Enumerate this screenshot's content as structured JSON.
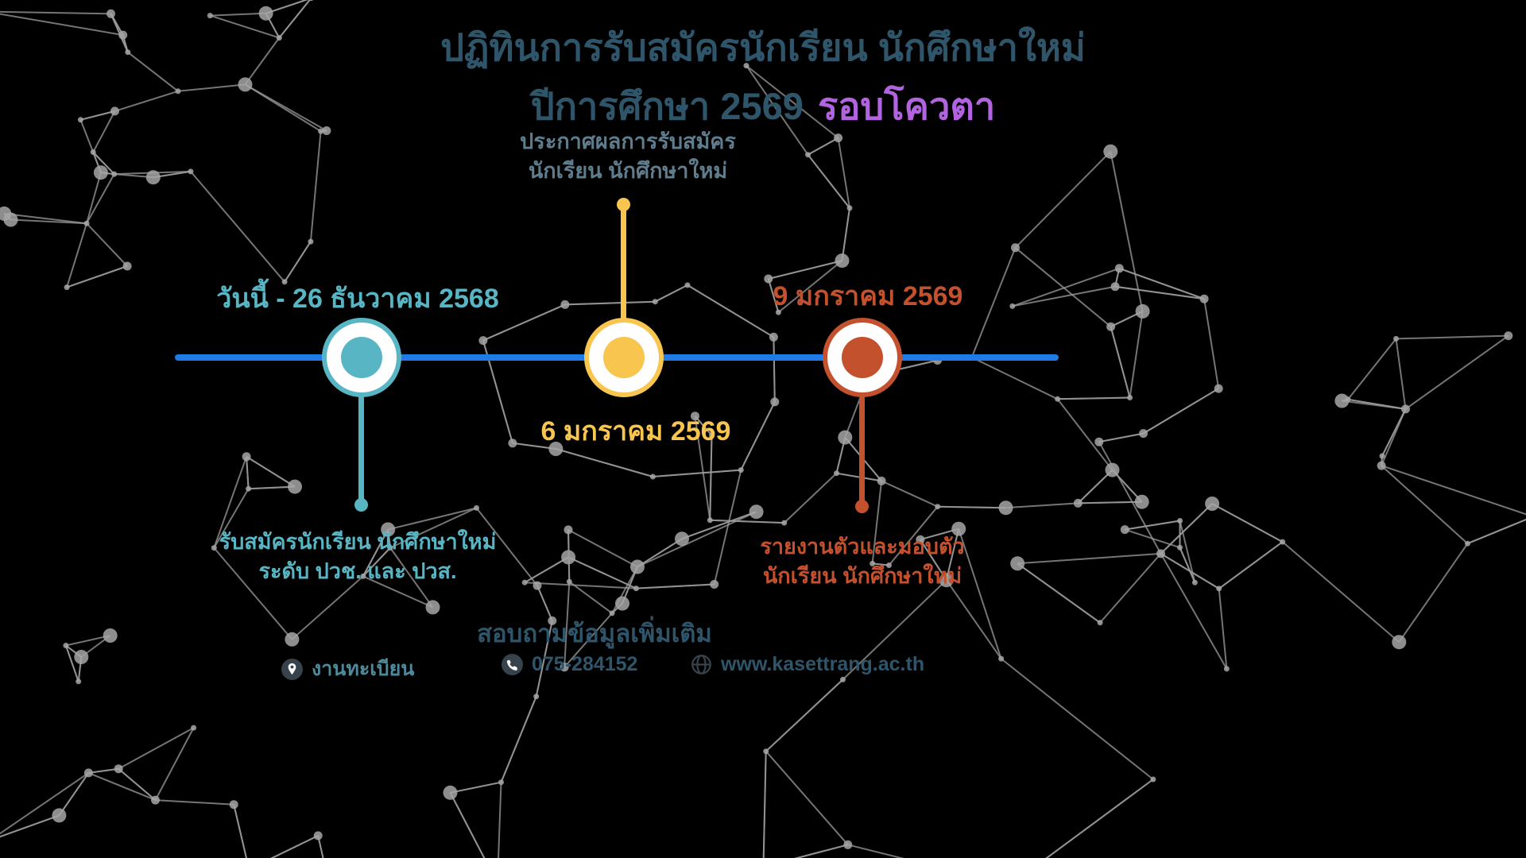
{
  "header": {
    "title_line1": "ปฏิทินการรับสมัครนักเรียน นักศึกษาใหม่",
    "title_line2": "ปีการศึกษา 2569",
    "title_line2_highlight": "รอบโควตา"
  },
  "timeline": {
    "items": [
      {
        "id": "application-period",
        "date_label": "วันนี้ - 26 ธันวาคม 2568",
        "desc_line1": "รับสมัครนักเรียน นักศึกษาใหม่",
        "desc_line2": "ระดับ ปวช. และ ปวส.",
        "accent_color": "#58b6c4"
      },
      {
        "id": "results-announcement",
        "date_label": "6 มกราคม 2569",
        "desc_line1": "ประกาศผลการรับสมัคร",
        "desc_line2": "นักเรียน นักศึกษาใหม่",
        "accent_color": "#f8c54e"
      },
      {
        "id": "enrollment-day",
        "date_label": "9 มกราคม 2569",
        "desc_line1": "รายงานตัวและมอบตัว",
        "desc_line2": "นักเรียน นักศึกษาใหม่",
        "accent_color": "#c4512d"
      }
    ]
  },
  "footer": {
    "heading": "สอบถามข้อมูลเพิ่มเติม",
    "contacts": [
      {
        "icon": "location-pin-icon",
        "label": "งานทะเบียน"
      },
      {
        "icon": "phone-icon",
        "label": "075-284152"
      },
      {
        "icon": "globe-icon",
        "label": "www.kasettrang.ac.th"
      }
    ]
  },
  "colors": {
    "background": "#000000",
    "title_navy": "#2e5569",
    "highlight_purple": "#b163e0",
    "teal": "#58b6c4",
    "yellow": "#f8c54e",
    "orange": "#c4512d",
    "timeline_blue": "#1f7be5",
    "muted_description": "#5f7d8d",
    "network_gray": "#a6a6a6",
    "icon_dark": "#37434c"
  }
}
